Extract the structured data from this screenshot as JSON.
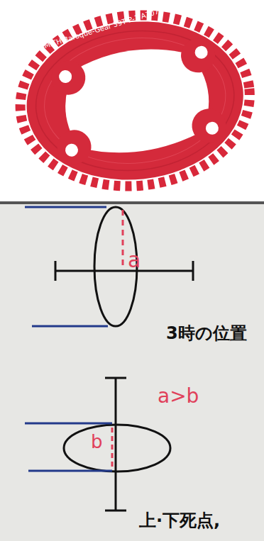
{
  "diagram": {
    "labels": [
      "SMITH Baroque-Gear 39T P-1 A7075-T6",
      "a",
      "3時の位置",
      "a>b",
      "b",
      "上·下死点,"
    ]
  }
}
